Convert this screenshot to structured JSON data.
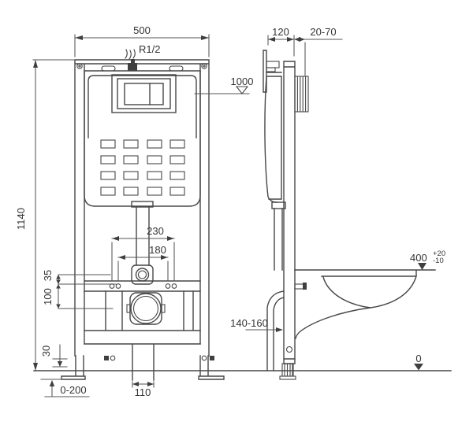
{
  "drawing": {
    "kind": "technical installation drawing",
    "subject": "concealed cistern mounting frame, front and side view",
    "colors": {
      "background": "#ffffff",
      "line": "#474747",
      "text": "#343434"
    }
  },
  "front_view": {
    "frame_width": "500",
    "frame_height": "1140",
    "water_inlet": "R1/2",
    "flush_plate_level": "1000",
    "fixing_spacing_outer": "230",
    "fixing_spacing_inner": "180",
    "inlet_offset": "35",
    "outlet_offset": "100",
    "bracket_height": "30",
    "foot_adjustment": "0-200",
    "outlet_pipe_width": "110"
  },
  "side_view": {
    "frame_depth": "120",
    "wall_clearance": "20-70",
    "bowl_height": "400",
    "bowl_height_tol_plus": "+20",
    "bowl_height_tol_minus": "-10",
    "outlet_height": "140-160",
    "floor_level": "0"
  }
}
